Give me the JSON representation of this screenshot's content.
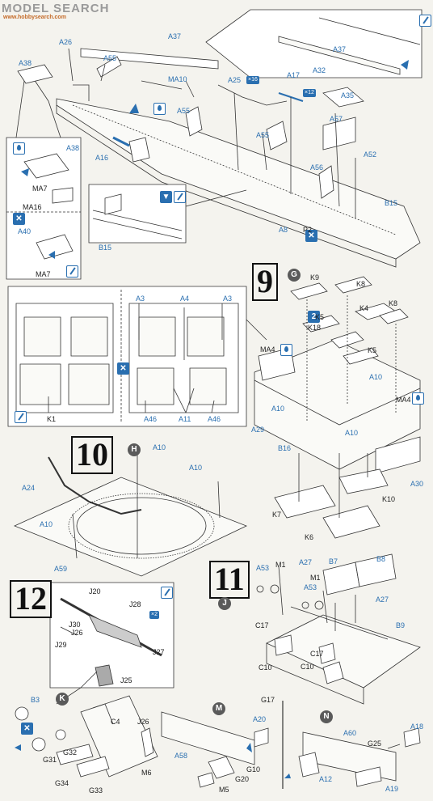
{
  "watermark": {
    "brand": "MODEL SEARCH",
    "url": "www.hobbysearch.com"
  },
  "steps": [
    {
      "number": "9",
      "sub": "G"
    },
    {
      "number": "10",
      "sub": "H"
    },
    {
      "number": "11",
      "sub": "J"
    },
    {
      "number": "12",
      "sub": "K"
    }
  ],
  "sub_markers": {
    "m": "M",
    "n": "N"
  },
  "labels": {
    "a26": "A26",
    "a37": "A37",
    "a37b": "A37",
    "a32": "A32",
    "a38": "A38",
    "a38b": "A38",
    "a55": "A55",
    "a55b": "A55",
    "a55c": "A55",
    "ma10": "MA10",
    "a25": "A25",
    "a17": "A17",
    "a35": "A35",
    "a57": "A57",
    "a52": "A52",
    "a56": "A56",
    "a16": "A16",
    "b15": "B15",
    "b15b": "B15",
    "a8": "A8",
    "p2": "P2",
    "ma7": "MA7",
    "ma16": "MA16",
    "a40": "A40",
    "ma7b": "MA7",
    "k9": "K9",
    "k8": "K8",
    "k8b": "K8",
    "k5": "K5",
    "k4": "K4",
    "k5b": "K5",
    "k18": "K18",
    "ma4": "MA4",
    "ma4b": "MA4",
    "a10": "A10",
    "a10b": "A10",
    "a10c": "A10",
    "a29": "A29",
    "b16": "B16",
    "a30": "A30",
    "k10": "K10",
    "k7": "K7",
    "k6": "K6",
    "a3": "A3",
    "a4": "A4",
    "a3b": "A3",
    "k1": "K1",
    "a46": "A46",
    "a11": "A11",
    "a46b": "A46",
    "a10d": "A10",
    "a10e": "A10",
    "a24": "A24",
    "a10f": "A10",
    "a59": "A59",
    "a53": "A53",
    "m1": "M1",
    "a27": "A27",
    "b7": "B7",
    "b8": "B8",
    "m1b": "M1",
    "a53b": "A53",
    "a27b": "A27",
    "c17": "C17",
    "b9": "B9",
    "c17b": "C17",
    "c10": "C10",
    "c10b": "C10",
    "j20": "J20",
    "j28": "J28",
    "j30": "J30",
    "j29": "J29",
    "j26": "J26",
    "j27": "J27",
    "j25": "J25",
    "b3": "B3",
    "c4": "C4",
    "j26b": "J26",
    "g32": "G32",
    "g31": "G31",
    "g34": "G34",
    "g33": "G33",
    "m6": "M6",
    "a58": "A58",
    "a20": "A20",
    "g10": "G10",
    "g20": "G20",
    "m5": "M5",
    "g17": "G17",
    "a60": "A60",
    "a18": "A18",
    "g25": "G25",
    "a12": "A12",
    "a19": "A19"
  },
  "quantity_tags": {
    "a25": "×16",
    "a17": "×12",
    "j28": "×2"
  },
  "colors": {
    "accent": "#2a6fb0",
    "ink": "#222222",
    "paper": "#f4f3ee"
  }
}
